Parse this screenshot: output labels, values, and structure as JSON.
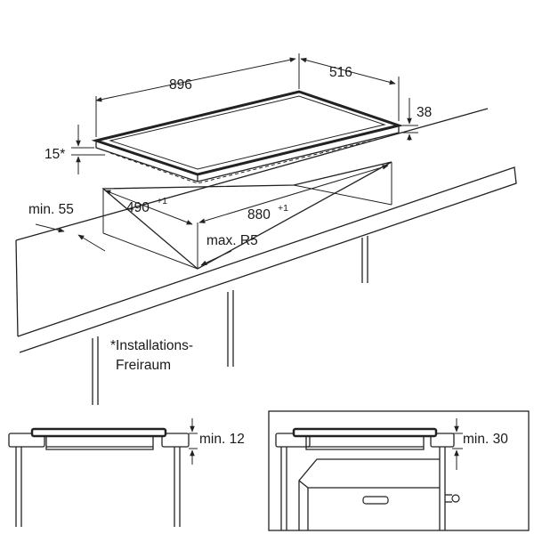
{
  "dimensions": {
    "width": "896",
    "depth": "516",
    "height": "38",
    "edge": "15*",
    "cutout_depth": "490",
    "cutout_depth_tol": "+1",
    "cutout_width": "880",
    "cutout_width_tol": "+1",
    "min_front": "min. 55",
    "radius": "max. R5"
  },
  "notes": {
    "footnote_line1": "*Installations-",
    "footnote_line2": "Freiraum"
  },
  "details": {
    "left_min": "min. 12",
    "right_min": "min. 30"
  }
}
